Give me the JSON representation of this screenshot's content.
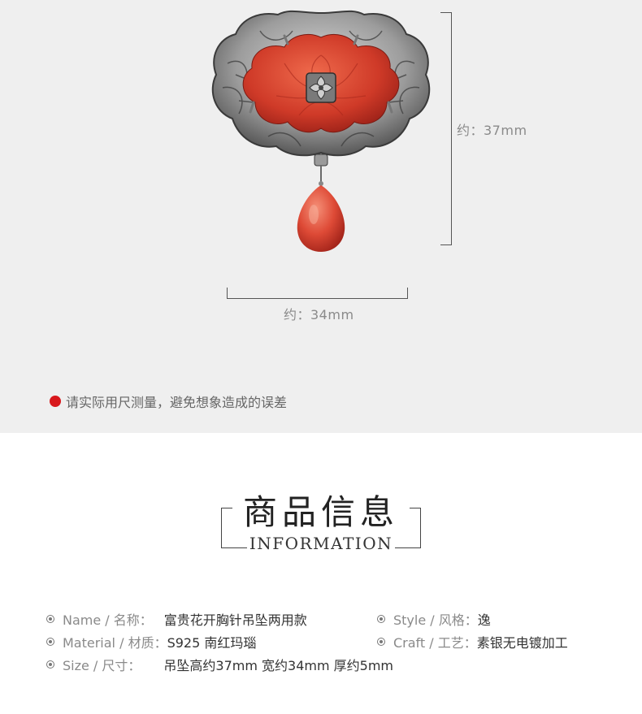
{
  "dimensions": {
    "height_label": "约：37mm",
    "width_label": "约：34mm"
  },
  "note": {
    "text": "请实际用尺测量，避免想象造成的误差",
    "dot_color": "#d8181c"
  },
  "info": {
    "title": "商品信息",
    "subtitle": "INFORMATION"
  },
  "specs": {
    "name": {
      "label": "Name / 名称：",
      "value": "富贵花开胸针吊坠两用款"
    },
    "style": {
      "label": "Style / 风格：",
      "value": "逸"
    },
    "material": {
      "label": "Material / 材质：",
      "value": "S925 南红玛瑙"
    },
    "craft": {
      "label": "Craft / 工艺：",
      "value": "素银无电镀加工"
    },
    "size": {
      "label": "Size / 尺寸：",
      "value": "吊坠高约37mm 宽约34mm 厚约5mm"
    }
  },
  "colors": {
    "agate": "#d8412f",
    "silver": "#9a9a9a",
    "background": "#efefef"
  }
}
